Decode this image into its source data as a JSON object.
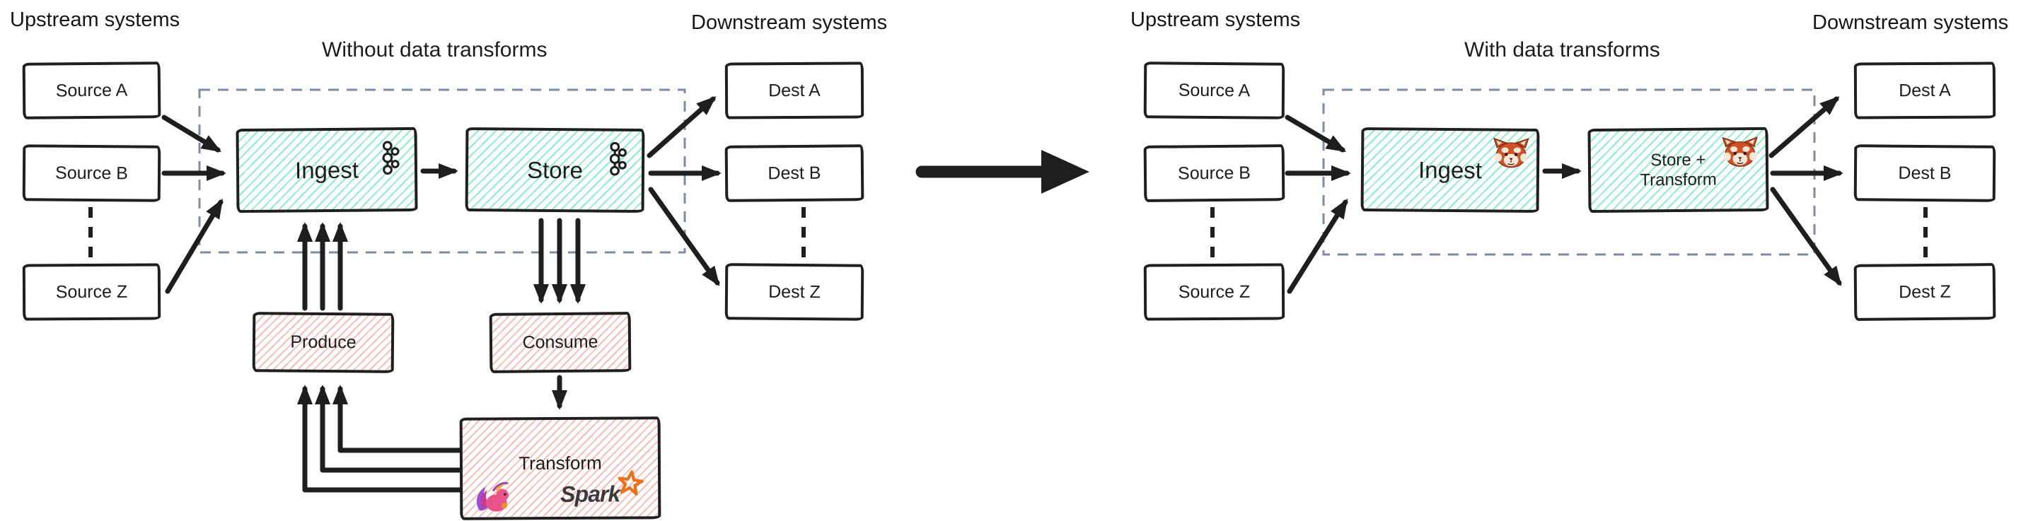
{
  "colors": {
    "ink": "#1e1e1e",
    "mint_hatch": "#7be8c3",
    "pink_hatch": "#f4ada4",
    "dashed_box": "#7d8ba3",
    "spark_orange": "#e8731a",
    "spark_text": "#3b393e",
    "panda_orange": "#cf5127",
    "flink_pink": "#e8548a",
    "flink_purple": "#9a4fd0"
  },
  "left": {
    "upstream_label": "Upstream systems",
    "title": "Without data transforms",
    "downstream_label": "Downstream systems",
    "source_a": "Source A",
    "source_b": "Source B",
    "source_z": "Source Z",
    "dest_a": "Dest A",
    "dest_b": "Dest B",
    "dest_z": "Dest Z",
    "ingest": "Ingest",
    "store": "Store",
    "produce": "Produce",
    "consume": "Consume",
    "transform": "Transform",
    "spark": "Spark"
  },
  "right": {
    "upstream_label": "Upstream systems",
    "title": "With data transforms",
    "downstream_label": "Downstream systems",
    "source_a": "Source A",
    "source_b": "Source B",
    "source_z": "Source Z",
    "dest_a": "Dest A",
    "dest_b": "Dest B",
    "dest_z": "Dest Z",
    "ingest": "Ingest",
    "store_transform_line1": "Store +",
    "store_transform_line2": "Transform"
  },
  "icons": {
    "kafka": "kafka-icon",
    "redpanda": "redpanda-icon",
    "flink": "flink-icon",
    "spark_star": "spark-star-icon"
  }
}
